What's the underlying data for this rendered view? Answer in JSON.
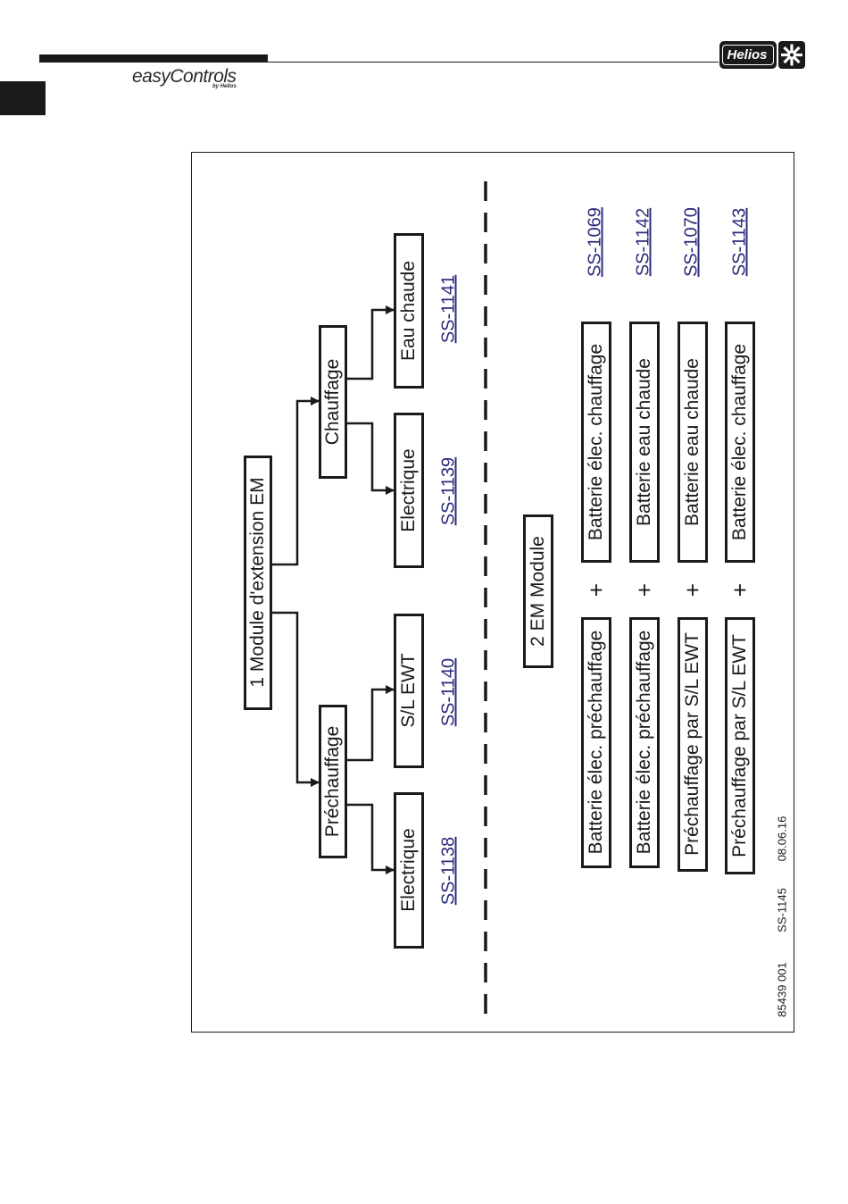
{
  "header": {
    "brand_name": "easyControls",
    "brand_sub": "by Helios",
    "logo_text": "Helios"
  },
  "diagram": {
    "root": "1 Module d'extension EM",
    "branches": [
      {
        "label": "Préchauffage",
        "children": [
          {
            "label": "Electrique",
            "ref": "SS-1138"
          },
          {
            "label": "S/L EWT",
            "ref": "SS-1140"
          }
        ]
      },
      {
        "label": "Chauffage",
        "children": [
          {
            "label": "Electrique",
            "ref": "SS-1139"
          },
          {
            "label": "Eau chaude",
            "ref": "SS-1141"
          }
        ]
      }
    ],
    "section2_title": "2 EM Module",
    "combinations": [
      {
        "first": "Batterie élec. préchauffage",
        "plus": "+",
        "second": "Batterie élec. chauffage",
        "ref": "SS-1069"
      },
      {
        "first": "Batterie élec. préchauffage",
        "plus": "+",
        "second": "Batterie eau chaude",
        "ref": "SS-1142"
      },
      {
        "first": "Préchauffage par S/L EWT",
        "plus": "+",
        "second": "Batterie eau chaude",
        "ref": "SS-1070"
      },
      {
        "first": "Préchauffage par  S/L EWT",
        "plus": "+",
        "second": "Batterie élec. chauffage",
        "ref": "SS-1143"
      }
    ],
    "footer": {
      "doc_number": "85439 001",
      "figure_ref": "SS-1145",
      "date": "08.06.16"
    }
  }
}
